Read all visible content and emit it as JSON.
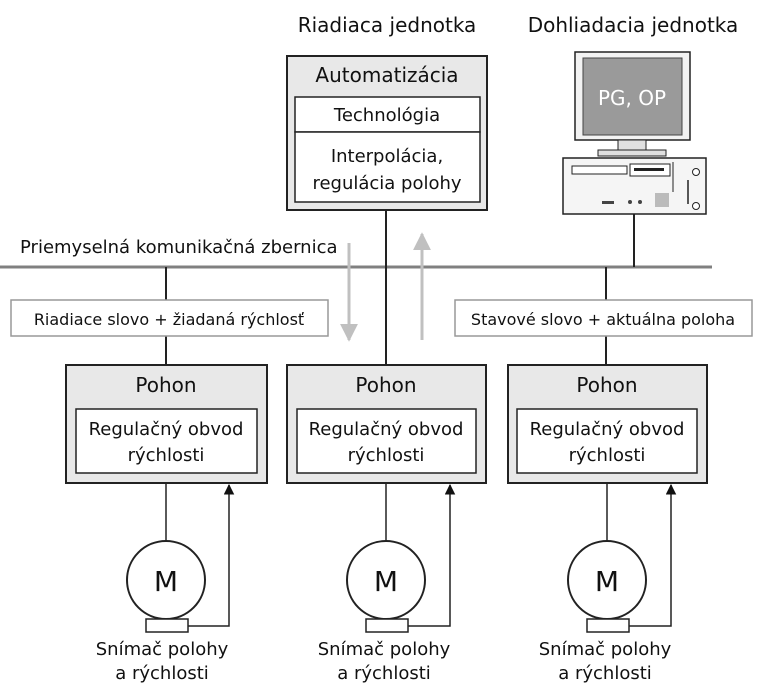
{
  "colors": {
    "box_fill": "#e8e8e8",
    "inner_fill": "#ffffff",
    "bus": "#808080",
    "stroke": "#222222",
    "arrow_light": "#c0c0c0",
    "monitor_screen": "#9a9a9a"
  },
  "control_unit": {
    "heading": "Riadiaca jednotka",
    "title": "Automatizácia",
    "technology": "Technológia",
    "interp_line1": "Interpolácia,",
    "interp_line2": "regulácia polohy"
  },
  "supervisory_unit": {
    "heading": "Dohliadacia jednotka",
    "screen_text": "PG, OP"
  },
  "bus_label": "Priemyselná komunikačná zbernica",
  "messages": {
    "left": "Riadiace slovo + žiadaná rýchlosť",
    "right": "Stavové slovo + aktuálna poloha"
  },
  "drives": [
    {
      "title": "Pohon",
      "loop_line1": "Regulačný obvod",
      "loop_line2": "rýchlosti",
      "motor": "M",
      "sensor_line1": "Snímač polohy",
      "sensor_line2": "a rýchlosti"
    },
    {
      "title": "Pohon",
      "loop_line1": "Regulačný obvod",
      "loop_line2": "rýchlosti",
      "motor": "M",
      "sensor_line1": "Snímač polohy",
      "sensor_line2": "a rýchlosti"
    },
    {
      "title": "Pohon",
      "loop_line1": "Regulačný obvod",
      "loop_line2": "rýchlosti",
      "motor": "M",
      "sensor_line1": "Snímač polohy",
      "sensor_line2": "a rýchlosti"
    }
  ]
}
